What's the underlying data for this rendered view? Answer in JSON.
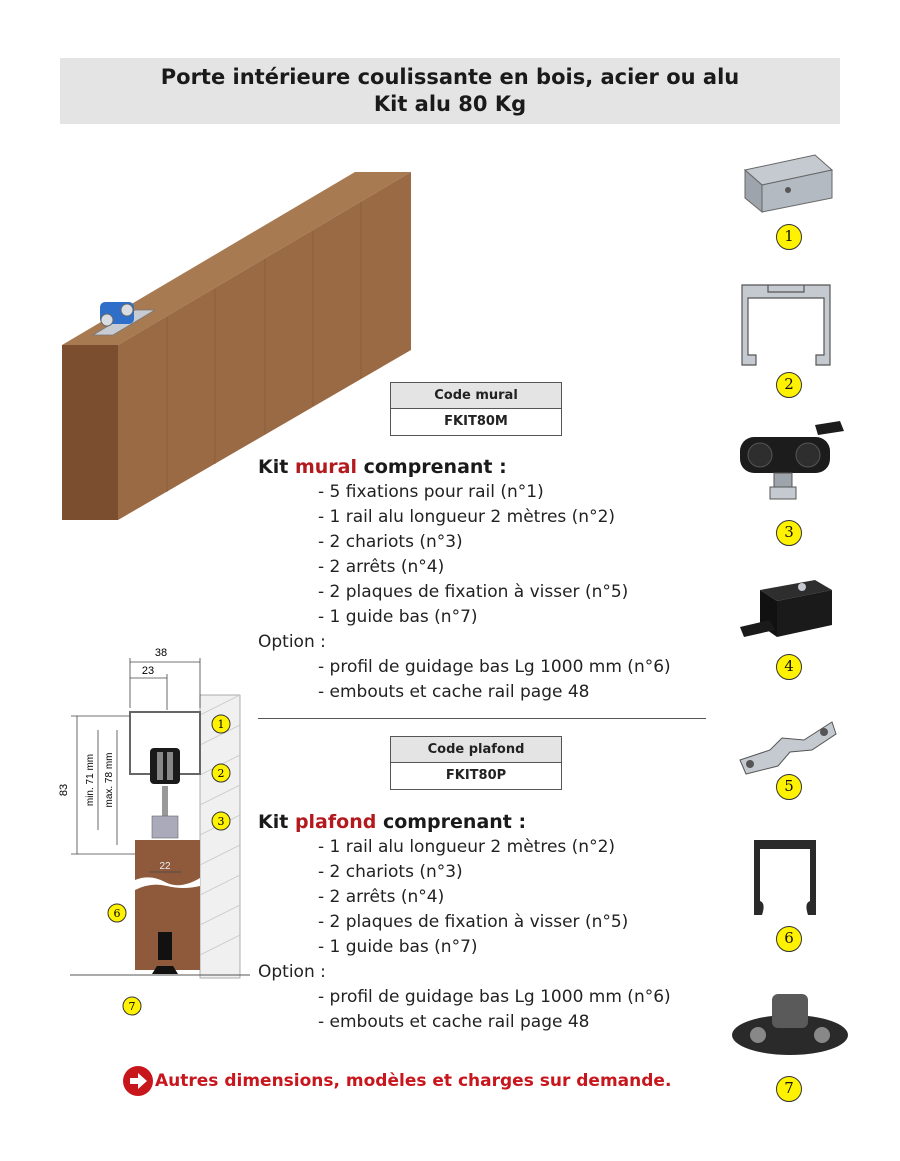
{
  "title": {
    "line1": "Porte intérieure coulissante en bois, acier ou alu",
    "line2": "Kit alu 80 Kg"
  },
  "mural": {
    "code_label": "Code mural",
    "code": "FKIT80M",
    "kit_prefix": "Kit ",
    "kit_highlight": "mural",
    "kit_suffix": " comprenant :",
    "items": [
      "- 5 fixations pour rail (n°1)",
      "- 1 rail alu longueur 2 mètres (n°2)",
      "- 2 chariots (n°3)",
      "- 2 arrêts (n°4)",
      "- 2 plaques de fixation à visser (n°5)",
      "- 1 guide bas (n°7)"
    ],
    "option_label": "Option :",
    "options": [
      "- profil de guidage bas Lg 1000 mm (n°6)",
      "- embouts et cache rail page 48"
    ]
  },
  "plafond": {
    "code_label": "Code plafond",
    "code": "FKIT80P",
    "kit_prefix": "Kit ",
    "kit_highlight": "plafond",
    "kit_suffix": " comprenant :",
    "items": [
      "- 1 rail alu longueur 2 mètres (n°2)",
      "- 2 chariots (n°3)",
      "- 2 arrêts (n°4)",
      "- 2 plaques de fixation à visser (n°5)",
      "- 1 guide bas (n°7)"
    ],
    "option_label": "Option :",
    "options": [
      "- profil de guidage bas Lg 1000 mm (n°6)",
      "- embouts et cache rail page 48"
    ]
  },
  "diagram": {
    "dim_38": "38",
    "dim_23": "23",
    "dim_83": "83",
    "dim_min": "min. 71 mm",
    "dim_max": "max. 78 mm",
    "dim_22": "22",
    "callouts": [
      "1",
      "2",
      "3",
      "6",
      "7"
    ]
  },
  "parts": [
    "1",
    "2",
    "3",
    "4",
    "5",
    "6",
    "7"
  ],
  "footer": {
    "icon": "arrow-right-circle-icon",
    "text": "Autres dimensions, modèles et charges sur demande."
  },
  "colors": {
    "accent_red": "#b3191d",
    "number_badge": "#fff200",
    "title_band": "#e4e4e4"
  }
}
